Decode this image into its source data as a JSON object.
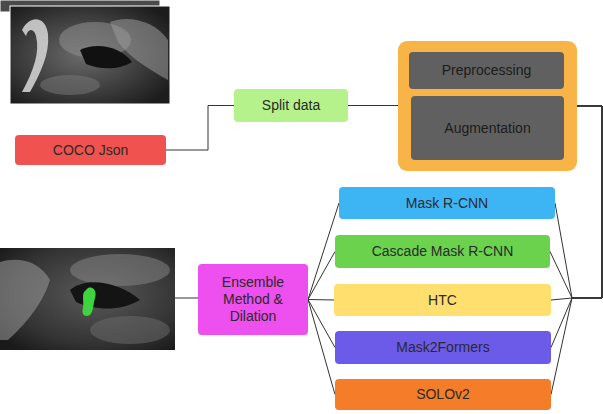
{
  "diagram": {
    "nodes": [
      {
        "text": [
          "COCO Json"
        ]
      },
      {
        "text": [
          "Split data"
        ]
      },
      {
        "text": []
      },
      {
        "text": [
          "Preprocessing"
        ],
        "in": 2
      },
      {
        "text": [
          "Augmentation"
        ],
        "in": 2
      },
      {
        "text": [
          "Mask R-CNN"
        ]
      },
      {
        "text": [
          "Cascade Mask R-CNN"
        ]
      },
      {
        "text": [
          "HTC"
        ]
      },
      {
        "text": [
          "Mask2Formers"
        ]
      },
      {
        "text": [
          "SOLOv2"
        ]
      },
      {
        "text": [
          "Ensemble Method & Dilation"
        ]
      }
    ],
    "edges": [
      {
        "from": 0,
        "to": 1,
        "arrow": "none"
      },
      {
        "from": 1,
        "to": 2,
        "arrow": "none"
      },
      {
        "from": 2,
        "to": 5,
        "arrow": "none"
      },
      {
        "from": 2,
        "to": 6,
        "arrow": "none"
      },
      {
        "from": 2,
        "to": 7,
        "arrow": "none"
      },
      {
        "from": 2,
        "to": 8,
        "arrow": "none"
      },
      {
        "from": 2,
        "to": 9,
        "arrow": "none"
      },
      {
        "from": 5,
        "to": 10,
        "arrow": "none"
      },
      {
        "from": 6,
        "to": 10,
        "arrow": "none"
      },
      {
        "from": 7,
        "to": 10,
        "arrow": "none"
      },
      {
        "from": 8,
        "to": 10,
        "arrow": "none"
      },
      {
        "from": 9,
        "to": 10,
        "arrow": "none"
      }
    ]
  }
}
